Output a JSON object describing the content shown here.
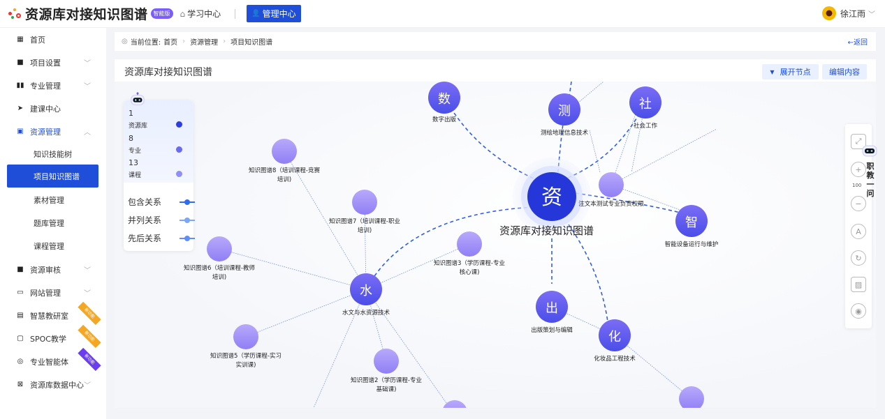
{
  "header": {
    "title": "资源库对接知识图谱",
    "badge": "智能版",
    "nav_study": "学习中心",
    "nav_admin": "管理中心",
    "user_name": "徐江雨"
  },
  "sidebar": {
    "items": [
      {
        "label": "首页",
        "icon": "home-icon"
      },
      {
        "label": "项目设置",
        "icon": "folder-icon"
      },
      {
        "label": "专业管理",
        "icon": "book-icon"
      },
      {
        "label": "建课中心",
        "icon": "send-icon"
      },
      {
        "label": "资源管理",
        "icon": "resource-icon"
      },
      {
        "label": "资源审核",
        "icon": "audit-icon"
      },
      {
        "label": "网站管理",
        "icon": "monitor-icon"
      },
      {
        "label": "智慧教研室",
        "icon": "doc-icon"
      },
      {
        "label": "SPOC教学",
        "icon": "screen-icon"
      },
      {
        "label": "专业智能体",
        "icon": "bot-icon"
      },
      {
        "label": "资源库数据中心",
        "icon": "data-icon"
      }
    ],
    "sub_items": [
      "知识技能树",
      "项目知识图谱",
      "素材管理",
      "题库管理",
      "课程管理"
    ],
    "ribbons": [
      "新功能",
      "新功能",
      "新功能"
    ]
  },
  "breadcrumb": {
    "prefix": "当前位置:",
    "items": [
      "首页",
      "资源管理",
      "项目知识图谱"
    ],
    "back": "←返回"
  },
  "card": {
    "title": "资源库对接知识图谱",
    "expand_button": "展开节点",
    "edit_button": "编辑内容"
  },
  "legend": {
    "counts": [
      {
        "value": "1",
        "label": "资源库",
        "color": "#2a3fe0"
      },
      {
        "value": "8",
        "label": "专业",
        "color": "#6a6cf0"
      },
      {
        "value": "13",
        "label": "课程",
        "color": "#8f8ff5"
      }
    ],
    "relations": [
      {
        "label": "包含关系",
        "color": "#2f6cf0"
      },
      {
        "label": "并列关系",
        "color": "#7aa7f7"
      },
      {
        "label": "先后关系",
        "color": "#5f8ef5"
      }
    ]
  },
  "toolbar": {
    "zoom": "100",
    "ask_text": [
      "职",
      "教",
      "一",
      "问"
    ]
  },
  "graph": {
    "center": {
      "char": "资",
      "label": "资源库对接知识图谱"
    },
    "majors": [
      {
        "char": "数",
        "label": "数字出版"
      },
      {
        "char": "测",
        "label": "测绘地理信息技术"
      },
      {
        "char": "社",
        "label": "社会工作"
      },
      {
        "char": "智",
        "label": "智能设备运行与维护"
      },
      {
        "char": "出",
        "label": "出版策划与编辑"
      },
      {
        "char": "化",
        "label": "化妆品工程技术"
      },
      {
        "char": "水",
        "label": "水文与水资源技术"
      }
    ],
    "courses": [
      {
        "label": "注文本测试专业负责权限"
      },
      {
        "label": "知识图谱8（培训课程-竞赛",
        "label2": "培训)"
      },
      {
        "label": "知识图谱7（培训课程-职业",
        "label2": "培训)"
      },
      {
        "label": "知识图谱6（培训课程-教师",
        "label2": "培训)"
      },
      {
        "label": "知识图谱3（学历课程-专业",
        "label2": "核心课)"
      },
      {
        "label": "知识图谱5（学历课程-实习",
        "label2": "实训课)"
      },
      {
        "label": "知识图谱2（学历课程-专业",
        "label2": "基础课)"
      }
    ]
  }
}
